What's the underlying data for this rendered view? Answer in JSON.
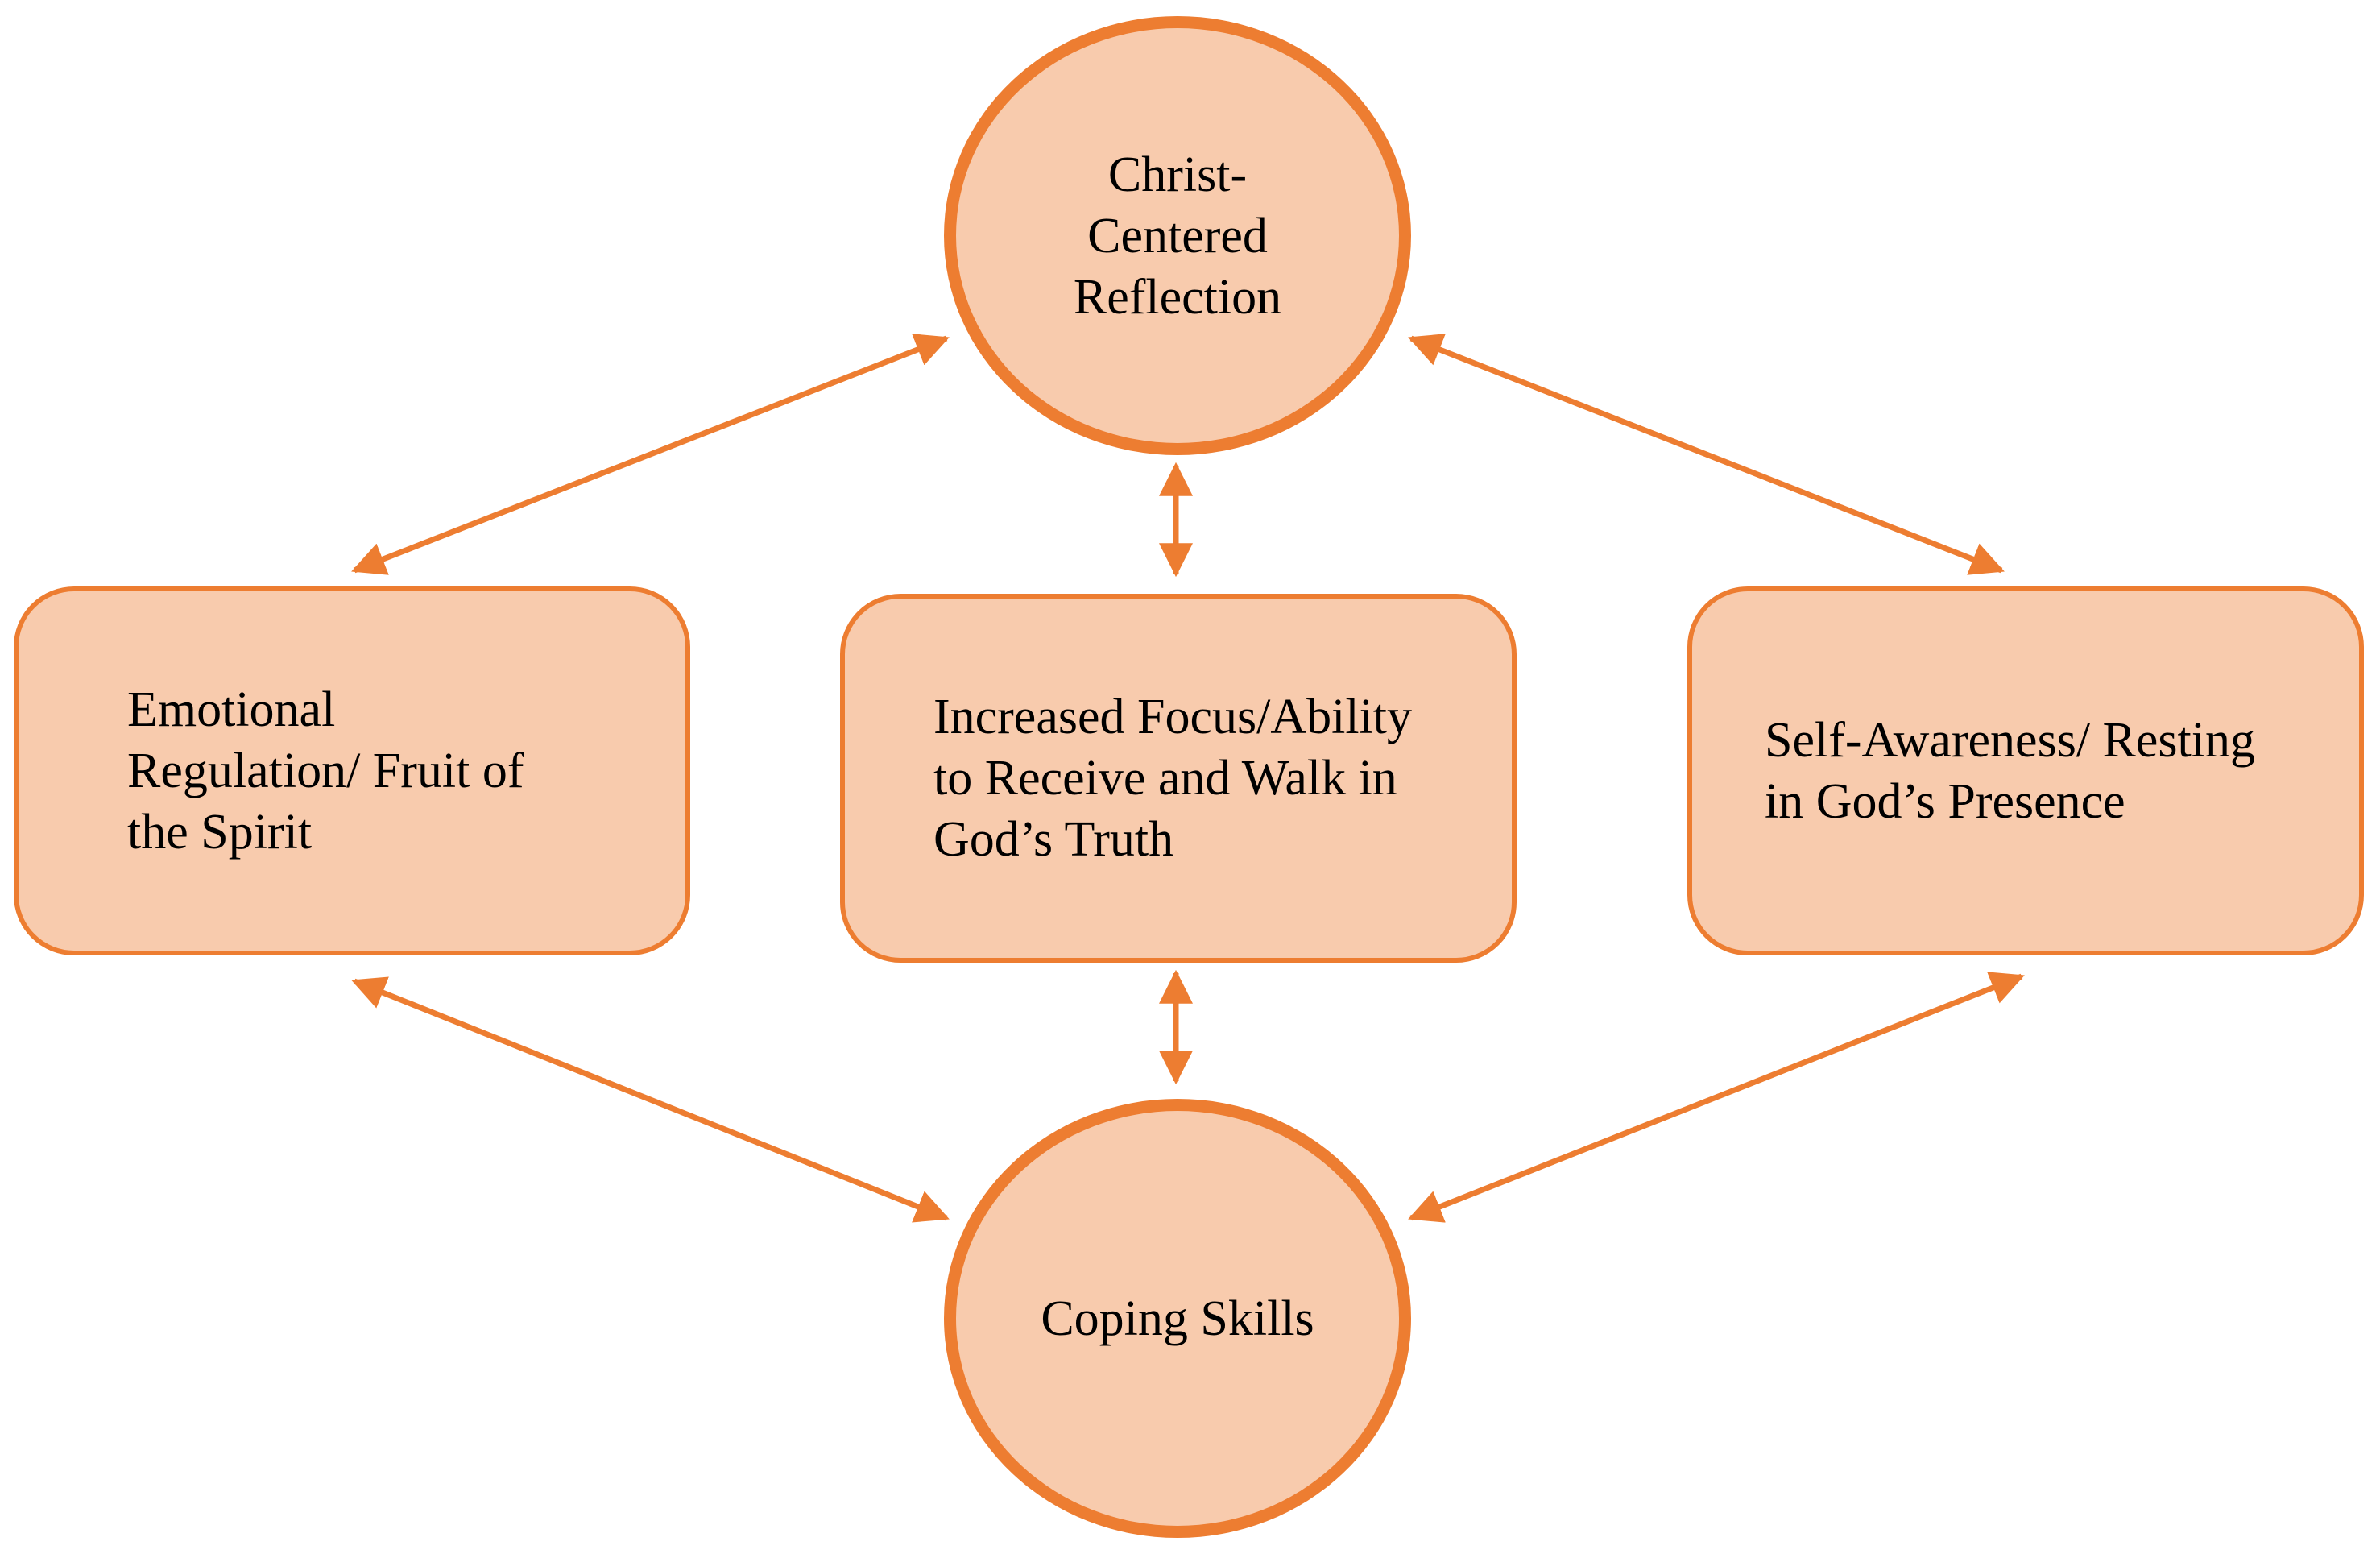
{
  "diagram": {
    "colors": {
      "node_fill": "#f8cbad",
      "node_border": "#ed7d31",
      "arrow": "#ed7d31"
    },
    "nodes": {
      "top": "Christ-\nCentered\nReflection",
      "left": "Emotional\nRegulation/ Fruit of\nthe Spirit",
      "center": "Increased Focus/Ability\nto Receive and Walk in\nGod’s Truth",
      "right": "Self-Awareness/ Resting\nin God’s Presence",
      "bottom": "Coping Skills"
    },
    "edges": [
      {
        "from": "top",
        "to": "left",
        "direction": "both"
      },
      {
        "from": "top",
        "to": "center",
        "direction": "both"
      },
      {
        "from": "top",
        "to": "right",
        "direction": "both"
      },
      {
        "from": "bottom",
        "to": "left",
        "direction": "both"
      },
      {
        "from": "bottom",
        "to": "center",
        "direction": "both"
      },
      {
        "from": "bottom",
        "to": "right",
        "direction": "both"
      }
    ]
  }
}
